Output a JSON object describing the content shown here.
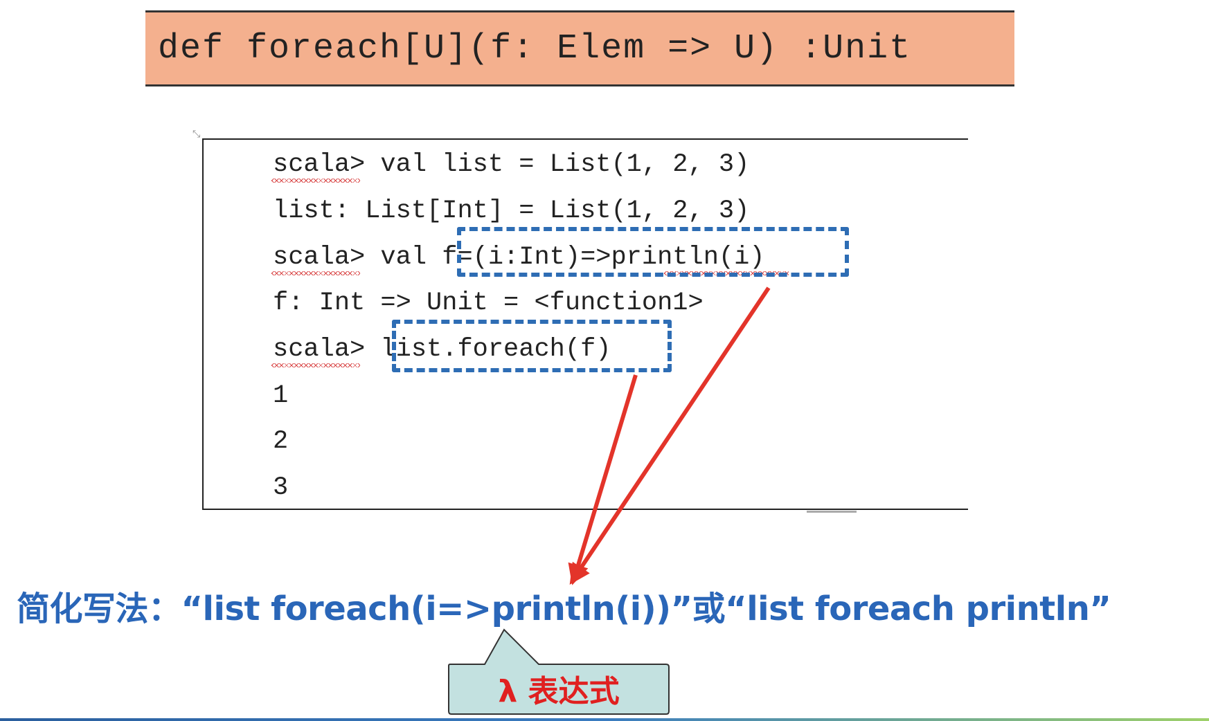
{
  "signature": {
    "text": "def foreach[U](f: Elem => U) :Unit"
  },
  "console": {
    "lines": [
      "scala> val list = List(1, 2, 3)",
      "list: List[Int] = List(1, 2, 3)",
      "scala> val f=(i:Int)=>println(i)",
      "f: Int => Unit = <function1>",
      "scala> list.foreach(f)",
      "1",
      "2",
      "3"
    ]
  },
  "shorthand": {
    "text": "简化写法：“list foreach(i=>println(i))”或“list foreach println”"
  },
  "callout": {
    "text": "λ 表达式"
  },
  "colors": {
    "signature_bg": "#f4b08e",
    "dash_blue": "#2e6db4",
    "arrow_red": "#e3342a",
    "shorthand_blue": "#2a66b8",
    "callout_bg": "#c3e1e0"
  }
}
